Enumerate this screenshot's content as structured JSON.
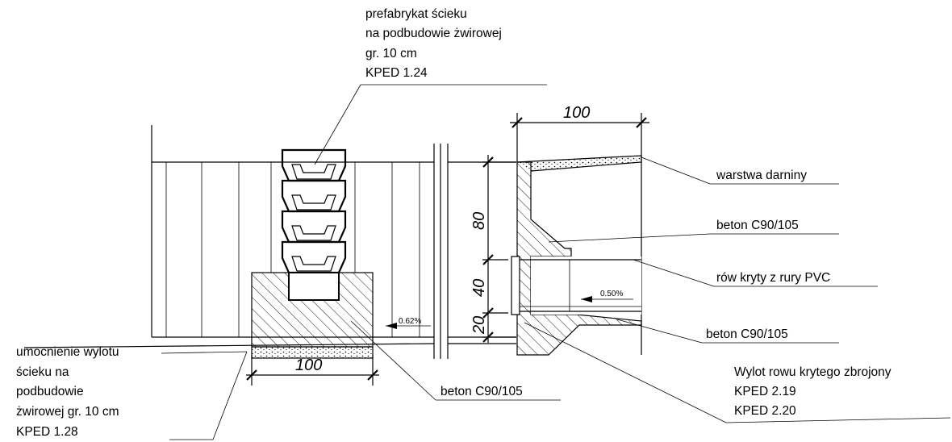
{
  "labels": {
    "prefab_l1": "prefabrykat ścieku",
    "prefab_l2": "na podbudowie żwirowej",
    "prefab_l3": "gr. 10 cm",
    "prefab_l4": "KPED 1.24",
    "darniny": "warstwa darniny",
    "beton_top": "beton C90/105",
    "row_kryty": "rów kryty z rury PVC",
    "beton_bottom": "beton C90/105",
    "wylot_l1": "Wylot rowu krytego zbrojony",
    "wylot_l2": "KPED 2.19",
    "wylot_l3": "KPED 2.20",
    "umoc_l1": "umocnienie wylotu",
    "umoc_l2": "ścieku na",
    "umoc_l3": "podbudowie",
    "umoc_l4": "żwirowej gr. 10 cm",
    "umoc_l5": "KPED 1.28",
    "beton_left": "beton C90/105"
  },
  "dimensions": {
    "top_width": "100",
    "bottom_width": "100",
    "h80": "80",
    "h40": "40",
    "h20": "20"
  },
  "slopes": {
    "left": "0.62%",
    "right": "0.50%"
  }
}
